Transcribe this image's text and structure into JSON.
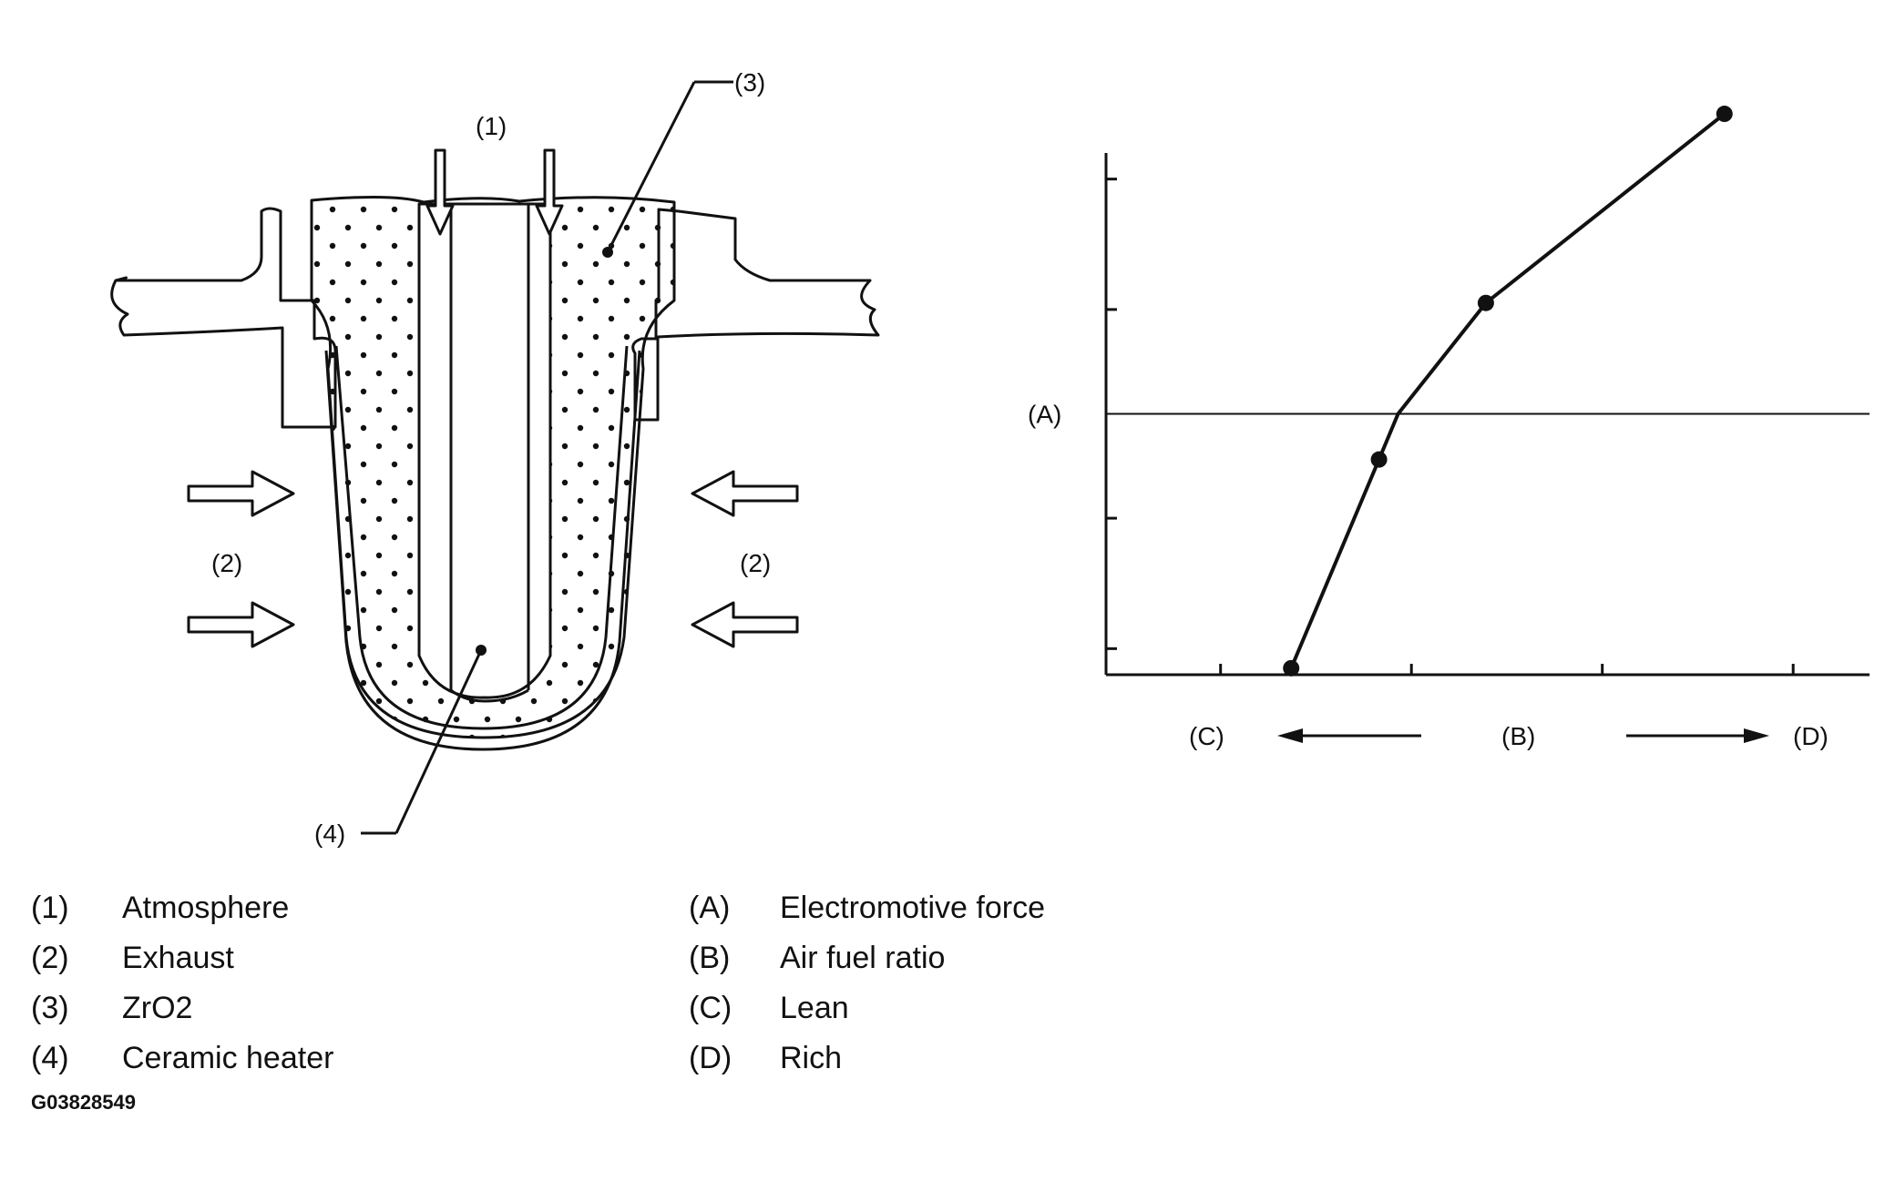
{
  "sensor": {
    "callouts": {
      "c1": "(1)",
      "c2_left": "(2)",
      "c2_right": "(2)",
      "c3": "(3)",
      "c4": "(4)"
    }
  },
  "chart_data": {
    "type": "line",
    "title": "",
    "ylabel": "(A)",
    "xlabel": "(B)",
    "x_left_label": "(C)",
    "x_right_label": "(D)",
    "xlim": [
      0,
      4
    ],
    "ylim": [
      -2,
      2
    ],
    "x_ticks": [
      0.6,
      1.6,
      2.6,
      3.6
    ],
    "y_ticks": [
      -1.8,
      -0.8,
      0.8,
      1.8
    ],
    "y_reference": 0,
    "grid": false,
    "series": [
      {
        "points": [
          [
            0.97,
            -1.95
          ],
          [
            1.43,
            -0.35
          ],
          [
            1.53,
            0.0
          ],
          [
            1.99,
            0.85
          ],
          [
            3.24,
            2.3
          ]
        ],
        "markers": [
          0,
          1,
          3,
          4
        ]
      }
    ]
  },
  "legend": {
    "left": [
      {
        "key": "(1)",
        "label": "Atmosphere"
      },
      {
        "key": "(2)",
        "label": "Exhaust"
      },
      {
        "key": "(3)",
        "label": "ZrO2"
      },
      {
        "key": "(4)",
        "label": "Ceramic heater"
      }
    ],
    "right": [
      {
        "key": "(A)",
        "label": "Electromotive force"
      },
      {
        "key": "(B)",
        "label": "Air fuel ratio"
      },
      {
        "key": "(C)",
        "label": "Lean"
      },
      {
        "key": "(D)",
        "label": "Rich"
      }
    ]
  },
  "figure_code": "G03828549"
}
